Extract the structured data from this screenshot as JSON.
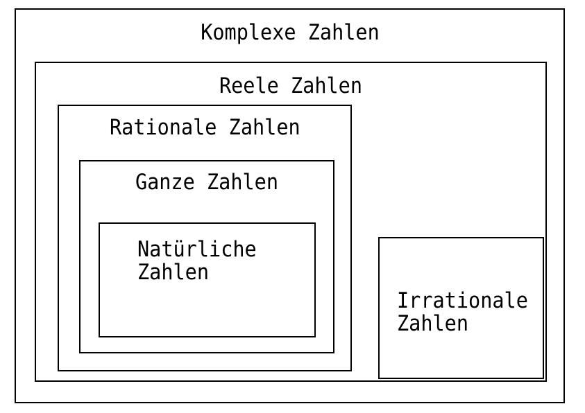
{
  "diagram": {
    "type": "nested-set-venn",
    "language": "de",
    "background_color": "#ffffff",
    "line_color": "#000000",
    "text_color": "#000000",
    "sets": [
      {
        "id": "komplexe",
        "label": "Komplexe Zahlen",
        "level": 0,
        "label_align": "center",
        "contains": [
          "reele"
        ]
      },
      {
        "id": "reele",
        "label": "Reele Zahlen",
        "level": 1,
        "label_align": "center",
        "contains": [
          "rationale",
          "irrationale"
        ]
      },
      {
        "id": "rationale",
        "label": "Rationale Zahlen",
        "level": 2,
        "label_align": "center",
        "contains": [
          "ganze"
        ]
      },
      {
        "id": "ganze",
        "label": "Ganze Zahlen",
        "level": 3,
        "label_align": "center",
        "contains": [
          "natuerliche"
        ]
      },
      {
        "id": "natuerliche",
        "label_line1": "Natürliche",
        "label_line2": "Zahlen",
        "level": 4,
        "label_align": "left",
        "contains": []
      },
      {
        "id": "irrationale",
        "label_line1": "Irrationale",
        "label_line2": "Zahlen",
        "level": 2,
        "label_align": "left",
        "contains": []
      }
    ]
  }
}
